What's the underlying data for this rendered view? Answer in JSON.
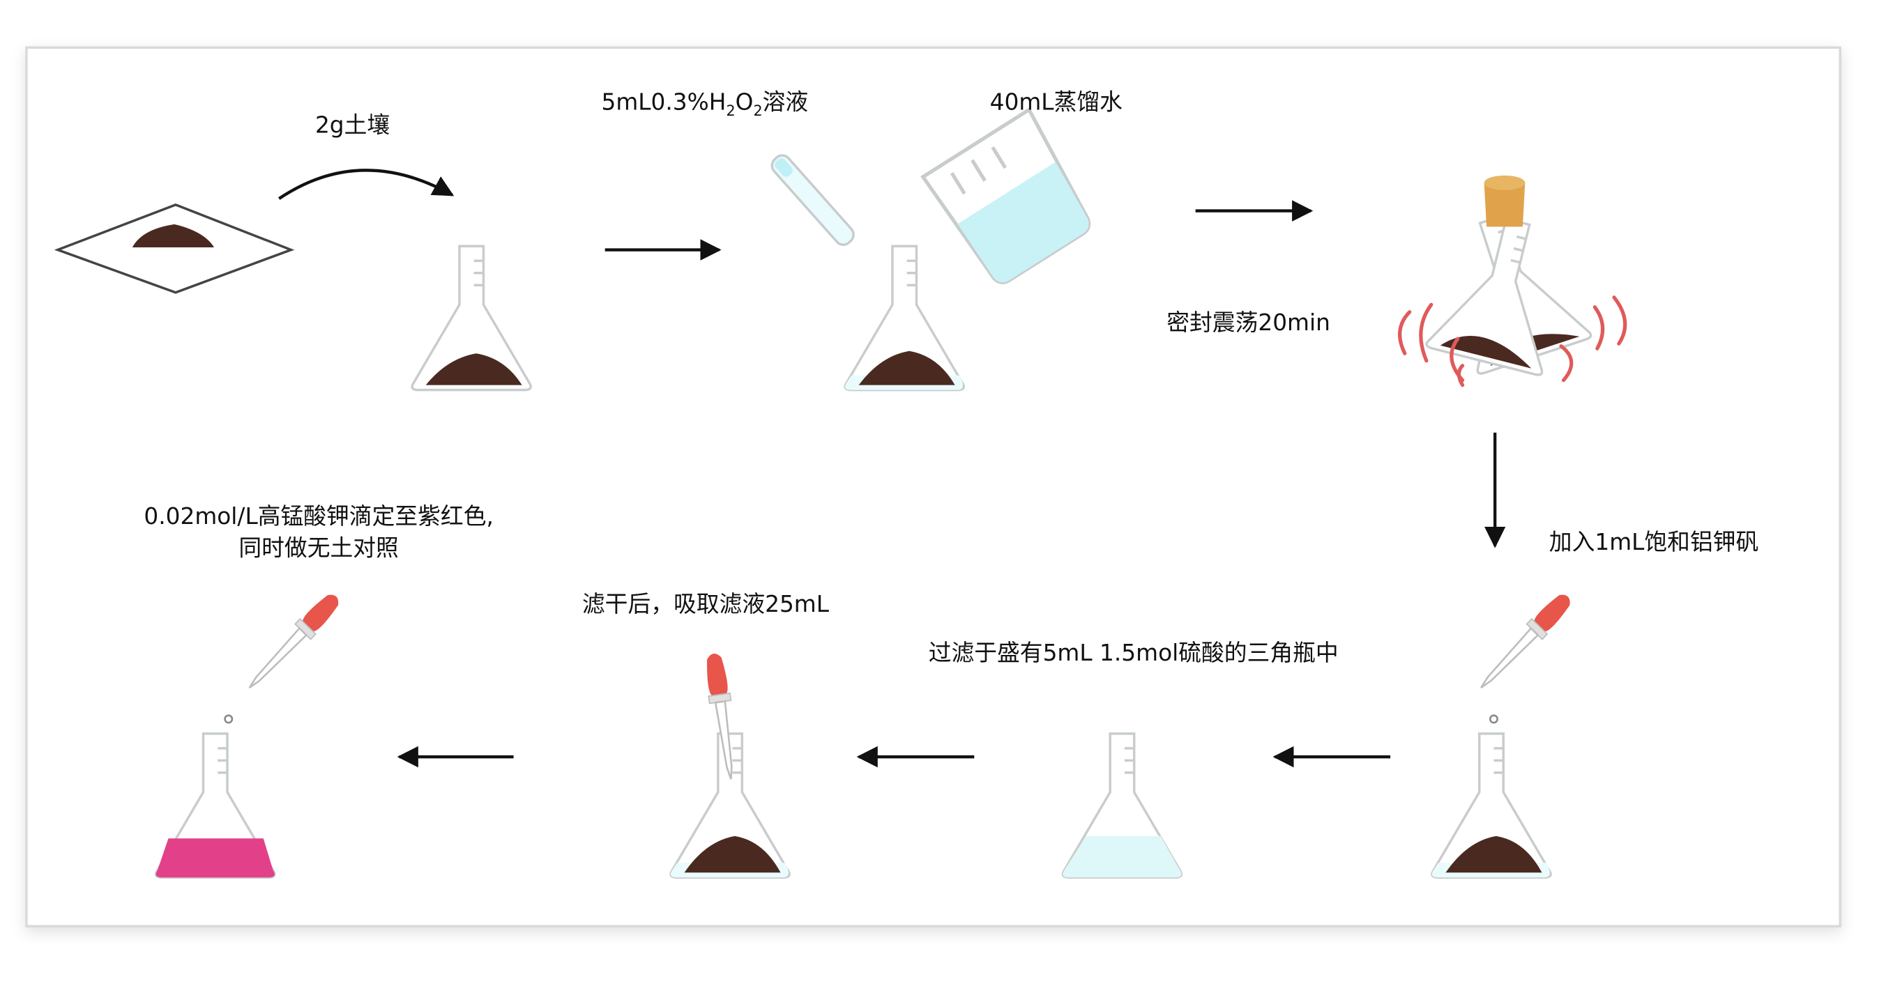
{
  "steps": {
    "soil": "2g土壤",
    "h2o2": {
      "pre": "5mL0.3%H",
      "sub1": "2",
      "mid": "O",
      "sub2": "2",
      "post": "溶液"
    },
    "water": "40mL蒸馏水",
    "shake": "密封震荡20min",
    "alum": "加入1mL饱和铝钾矾",
    "filter": "过滤于盛有5mL 1.5mol硫酸的三角瓶中",
    "pipette": "滤干后，吸取滤液25mL",
    "titrate": [
      "0.02mol/L高锰酸钾滴定至紫红色,",
      "同时做无土对照"
    ]
  },
  "colors": {
    "soil": "#4a2a20",
    "liquid_blue": "#c8f2f6",
    "titrant": "#e2418a",
    "vibration": "#e05a5a",
    "dropper_bulb": "#e8554b",
    "cork": "#e0a24a"
  }
}
